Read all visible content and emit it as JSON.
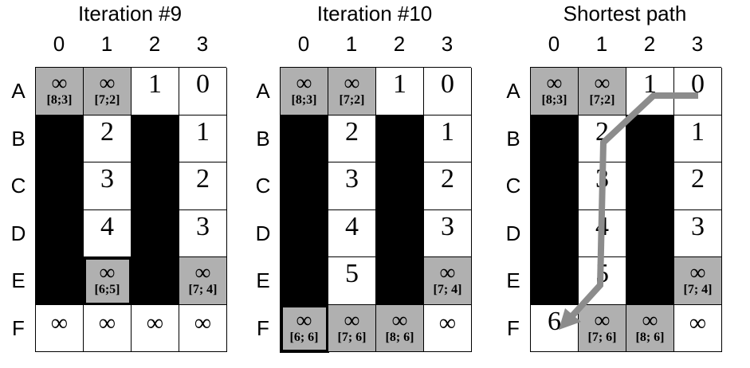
{
  "columns": [
    "0",
    "1",
    "2",
    "3"
  ],
  "rows": [
    "A",
    "B",
    "C",
    "D",
    "E",
    "F"
  ],
  "panels": [
    {
      "title": "Iteration #9",
      "cells": [
        [
          {
            "t": "gray",
            "v": "∞",
            "c": "[8;3]"
          },
          {
            "t": "gray",
            "v": "∞",
            "c": "[7;2]"
          },
          {
            "t": "white",
            "v": "1"
          },
          {
            "t": "white",
            "v": "0"
          }
        ],
        [
          {
            "t": "black"
          },
          {
            "t": "white",
            "v": "2"
          },
          {
            "t": "black"
          },
          {
            "t": "white",
            "v": "1"
          }
        ],
        [
          {
            "t": "black"
          },
          {
            "t": "white",
            "v": "3"
          },
          {
            "t": "black"
          },
          {
            "t": "white",
            "v": "2"
          }
        ],
        [
          {
            "t": "black"
          },
          {
            "t": "white",
            "v": "4"
          },
          {
            "t": "black"
          },
          {
            "t": "white",
            "v": "3"
          }
        ],
        [
          {
            "t": "black"
          },
          {
            "t": "gray",
            "v": "∞",
            "c": "[6;5]",
            "h": true
          },
          {
            "t": "black"
          },
          {
            "t": "gray",
            "v": "∞",
            "c": "[7; 4]"
          }
        ],
        [
          {
            "t": "white",
            "v": "∞"
          },
          {
            "t": "white",
            "v": "∞"
          },
          {
            "t": "white",
            "v": "∞"
          },
          {
            "t": "white",
            "v": "∞"
          }
        ]
      ]
    },
    {
      "title": "Iteration #10",
      "cells": [
        [
          {
            "t": "gray",
            "v": "∞",
            "c": "[8;3]"
          },
          {
            "t": "gray",
            "v": "∞",
            "c": "[7;2]"
          },
          {
            "t": "white",
            "v": "1"
          },
          {
            "t": "white",
            "v": "0"
          }
        ],
        [
          {
            "t": "black"
          },
          {
            "t": "white",
            "v": "2"
          },
          {
            "t": "black"
          },
          {
            "t": "white",
            "v": "1"
          }
        ],
        [
          {
            "t": "black"
          },
          {
            "t": "white",
            "v": "3"
          },
          {
            "t": "black"
          },
          {
            "t": "white",
            "v": "2"
          }
        ],
        [
          {
            "t": "black"
          },
          {
            "t": "white",
            "v": "4"
          },
          {
            "t": "black"
          },
          {
            "t": "white",
            "v": "3"
          }
        ],
        [
          {
            "t": "black"
          },
          {
            "t": "white",
            "v": "5"
          },
          {
            "t": "black"
          },
          {
            "t": "gray",
            "v": "∞",
            "c": "[7; 4]"
          }
        ],
        [
          {
            "t": "gray",
            "v": "∞",
            "c": "[6; 6]",
            "h": true
          },
          {
            "t": "gray",
            "v": "∞",
            "c": "[7; 6]"
          },
          {
            "t": "gray",
            "v": "∞",
            "c": "[8; 6]"
          },
          {
            "t": "white",
            "v": "∞"
          }
        ]
      ]
    },
    {
      "title": "Shortest path",
      "cells": [
        [
          {
            "t": "gray",
            "v": "∞",
            "c": "[8;3]"
          },
          {
            "t": "gray",
            "v": "∞",
            "c": "[7;2]"
          },
          {
            "t": "white",
            "v": "1"
          },
          {
            "t": "white",
            "v": "0"
          }
        ],
        [
          {
            "t": "black"
          },
          {
            "t": "white",
            "v": "2"
          },
          {
            "t": "black"
          },
          {
            "t": "white",
            "v": "1"
          }
        ],
        [
          {
            "t": "black"
          },
          {
            "t": "white",
            "v": "3"
          },
          {
            "t": "black"
          },
          {
            "t": "white",
            "v": "2"
          }
        ],
        [
          {
            "t": "black"
          },
          {
            "t": "white",
            "v": "4"
          },
          {
            "t": "black"
          },
          {
            "t": "white",
            "v": "3"
          }
        ],
        [
          {
            "t": "black"
          },
          {
            "t": "white",
            "v": "5"
          },
          {
            "t": "black"
          },
          {
            "t": "gray",
            "v": "∞",
            "c": "[7; 4]"
          }
        ],
        [
          {
            "t": "white",
            "v": "6"
          },
          {
            "t": "gray",
            "v": "∞",
            "c": "[7; 6]"
          },
          {
            "t": "gray",
            "v": "∞",
            "c": "[8; 6]"
          },
          {
            "t": "white",
            "v": "∞"
          }
        ]
      ]
    }
  ],
  "path_color": "#8c8c8c"
}
